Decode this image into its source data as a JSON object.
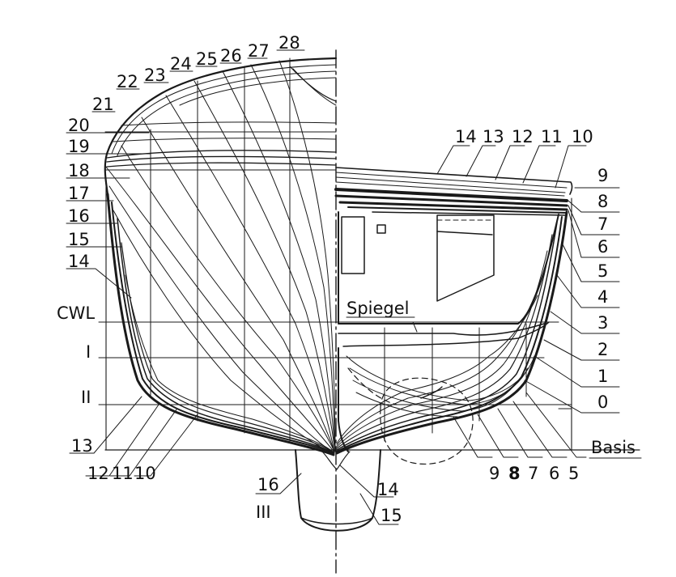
{
  "left_station_labels": [
    "28",
    "27",
    "26",
    "25",
    "24",
    "23",
    "22",
    "21",
    "20",
    "19",
    "18",
    "17",
    "16",
    "15",
    "14"
  ],
  "waterline_labels": [
    "CWL",
    "I",
    "II"
  ],
  "bottom_left_labels": [
    "13",
    "12",
    "11",
    "10"
  ],
  "keel_labels": [
    "16",
    "III",
    "14",
    "15"
  ],
  "right_top_labels": [
    "14",
    "13",
    "12",
    "11",
    "10"
  ],
  "right_side_labels": [
    "9",
    "8",
    "7",
    "6",
    "5",
    "4",
    "3",
    "2",
    "1",
    "0"
  ],
  "bottom_right_labels": [
    "9",
    "8",
    "7",
    "6",
    "5"
  ],
  "spiegel_label": "Spiegel",
  "basis_label": "Basis"
}
